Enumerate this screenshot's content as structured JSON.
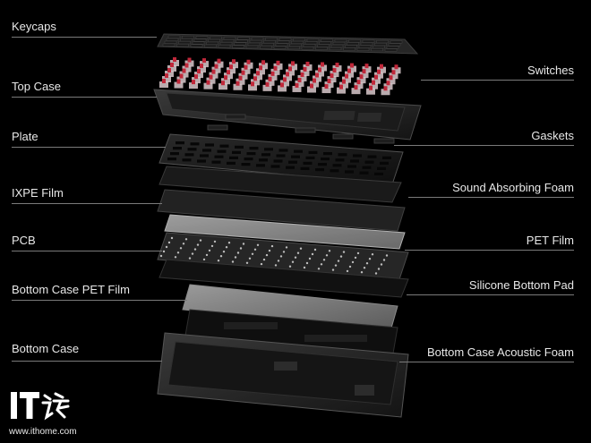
{
  "layers_left": [
    {
      "id": "keycaps",
      "label": "Keycaps"
    },
    {
      "id": "top-case",
      "label": "Top Case"
    },
    {
      "id": "plate",
      "label": "Plate"
    },
    {
      "id": "ixpe-film",
      "label": "IXPE Film"
    },
    {
      "id": "pcb",
      "label": "PCB"
    },
    {
      "id": "bottom-case-pet-film",
      "label": "Bottom Case PET Film"
    },
    {
      "id": "bottom-case",
      "label": "Bottom Case"
    }
  ],
  "layers_right": [
    {
      "id": "switches",
      "label": "Switches"
    },
    {
      "id": "gaskets",
      "label": "Gaskets"
    },
    {
      "id": "sound-absorbing-foam",
      "label": "Sound Absorbing Foam"
    },
    {
      "id": "pet-film",
      "label": "PET Film"
    },
    {
      "id": "silicone-bottom-pad",
      "label": "Silicone Bottom Pad"
    },
    {
      "id": "bottom-case-acoustic-foam",
      "label": "Bottom Case Acoustic Foam"
    }
  ],
  "watermark": {
    "logo_text": "IT之家",
    "url": "www.ithome.com",
    "color": "#ffffff"
  },
  "colors": {
    "background": "#000000",
    "switch_stem": "#c0283a",
    "switch_housing": "#d9c9cc",
    "leader_line": "#7a7a7a"
  }
}
